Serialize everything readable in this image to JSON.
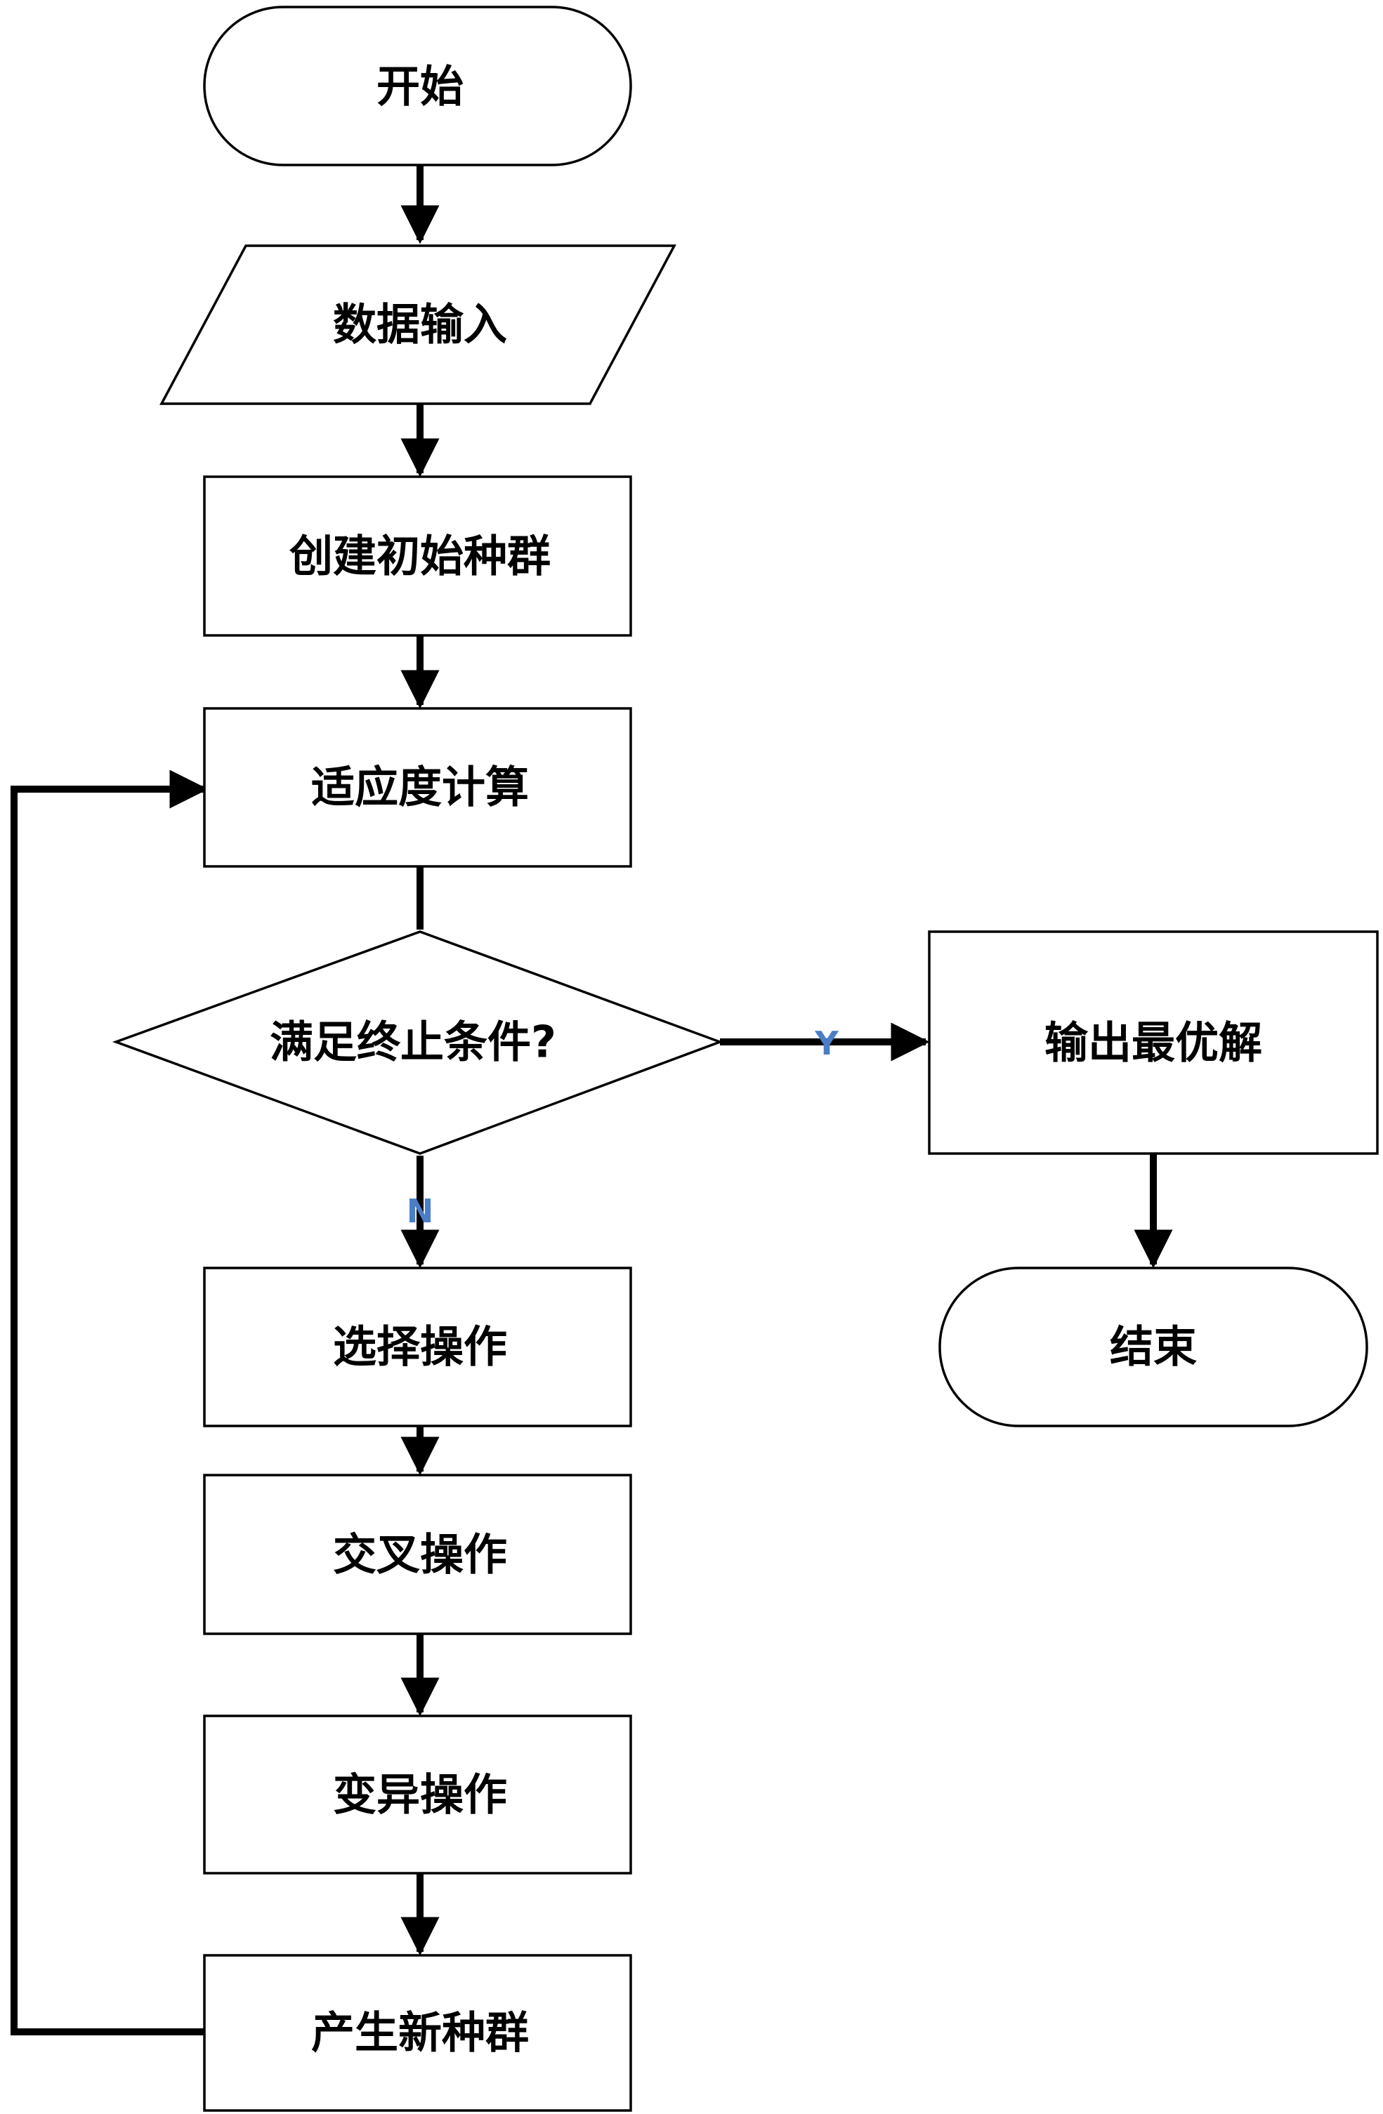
{
  "colors": {
    "stroke": "#000000",
    "fill": "#ffffff",
    "text": "#000000",
    "edge_label": "#4a7ec6"
  },
  "nodes": {
    "start": "开始",
    "data_input": "数据输入",
    "create_population": "创建初始种群",
    "fitness": "适应度计算",
    "decision": "满足终止条件?",
    "output_best": "输出最优解",
    "selection": "选择操作",
    "crossover": "交叉操作",
    "mutation": "变异操作",
    "new_population": "产生新种群",
    "end": "结束"
  },
  "edge_labels": {
    "yes": "Y",
    "no": "N"
  }
}
